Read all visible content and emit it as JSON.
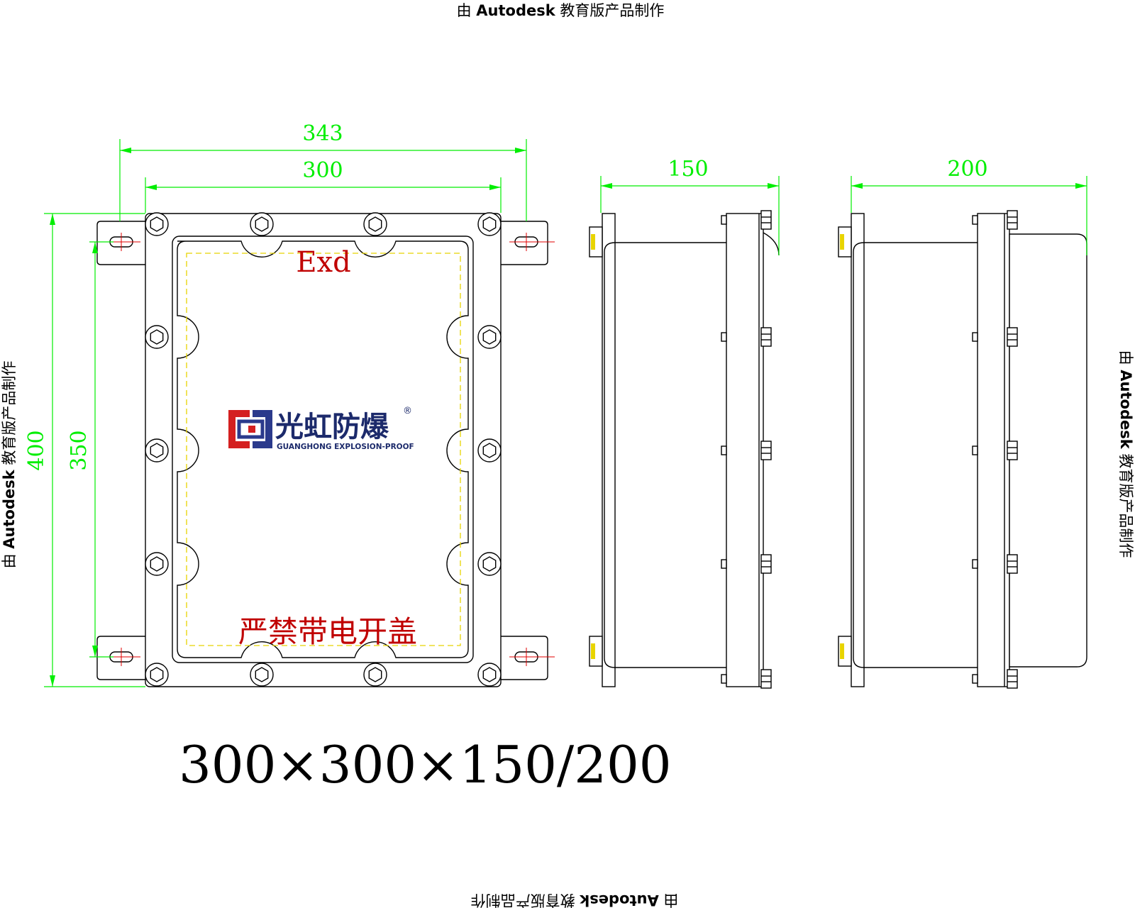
{
  "watermark": {
    "prefix": "由 ",
    "brand": "Autodesk",
    "suffix": " 教育版产品制作"
  },
  "dimensions": {
    "front_outer_width": "343",
    "front_inner_width": "300",
    "side_depth_a": "150",
    "side_depth_b": "200",
    "front_outer_height": "400",
    "front_inner_height": "350"
  },
  "labels": {
    "exd": "Exd",
    "warning": "严禁带电开盖",
    "title": "300×300×150/200"
  },
  "logo": {
    "name_cn": "光虹防爆",
    "name_en": "GUANGHONG EXPLOSION-PROOF",
    "registered": "®"
  },
  "colors": {
    "dimension": "#00ee00",
    "label": "#c00000",
    "outline": "#000000",
    "logo_red": "#d42020",
    "logo_blue": "#2b3a8c"
  }
}
